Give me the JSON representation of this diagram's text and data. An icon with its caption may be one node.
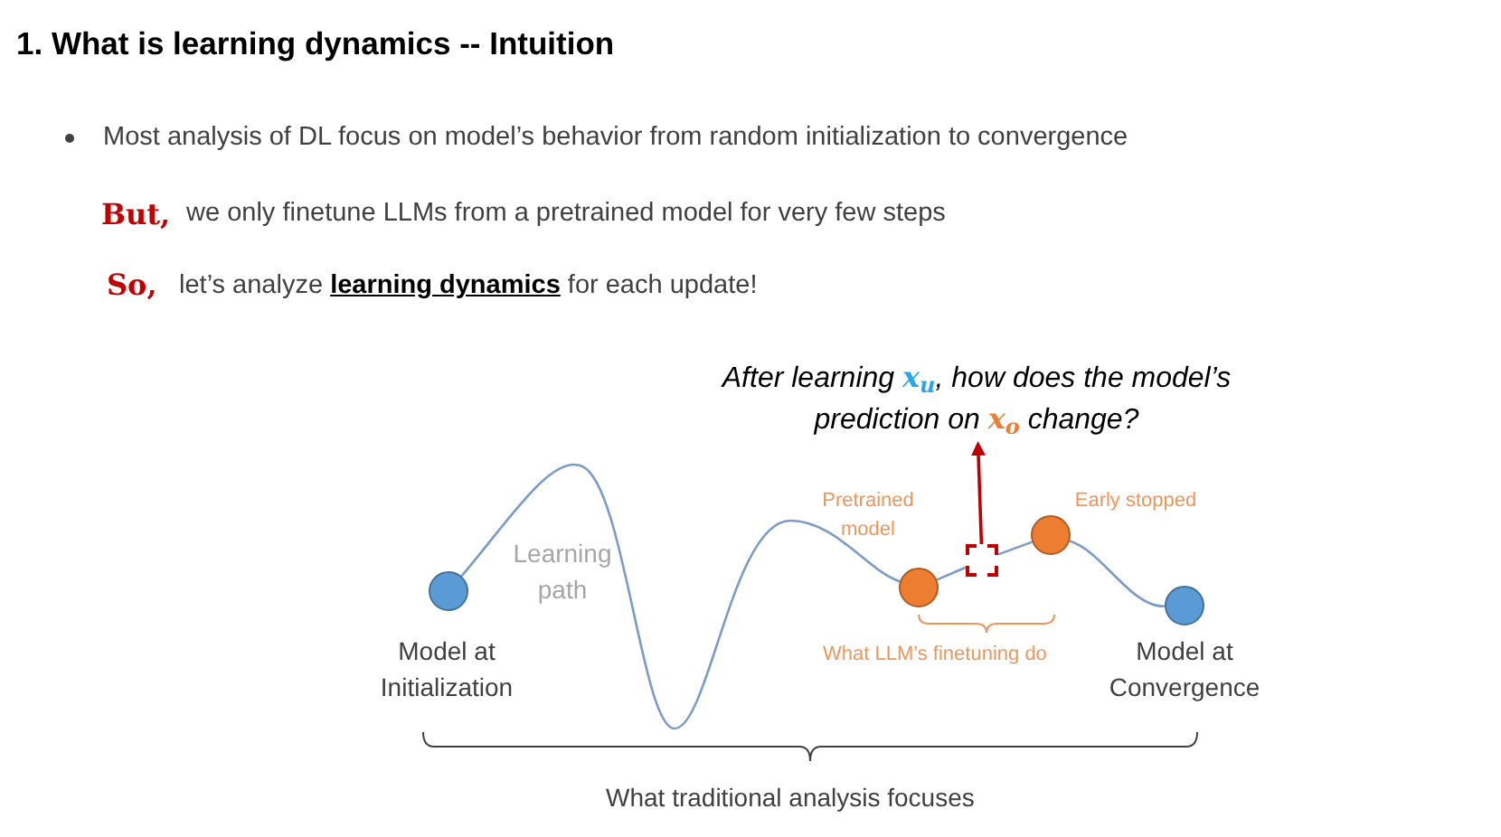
{
  "diagram": {
    "title": "1. What is learning dynamics -- Intuition",
    "nodes": [
      {
        "text": [
          "After learning **x$_{u}$**, how does the model’s prediction on **x$_{o}$** change?"
        ]
      },
      {
        "text": [],
        "shape": "box"
      },
      {
        "text": [],
        "shape": "circle",
        "beside": [
          "Model at Initialization"
        ]
      },
      {
        "text": [],
        "shape": "circle",
        "beside": [
          "Pretrained model"
        ]
      },
      {
        "text": [],
        "shape": "circle",
        "beside": [
          "Early stopped"
        ]
      },
      {
        "text": [],
        "shape": "circle",
        "beside": [
          "Model at Convergence"
        ]
      }
    ],
    "edges": [
      {
        "from": 2,
        "to": 3,
        "arrow": "none"
      },
      {
        "from": 3,
        "to": 1,
        "arrow": "none"
      },
      {
        "from": 1,
        "to": 4,
        "arrow": "none"
      },
      {
        "from": 4,
        "to": 5,
        "arrow": "none"
      },
      {
        "from": 1,
        "to": 0,
        "arrow": "to",
        "color": "#c00000"
      }
    ],
    "labels": [
      "Most analysis of DL focus on model’s behavior from random initialization to convergence",
      "But,",
      "we only finetune LLMs from a pretrained model for very few steps",
      "So,",
      "let’s analyze **learning dynamics** for each update!",
      "Learning path",
      "What LLM’s finetuning do",
      "What traditional analysis focuses"
    ]
  }
}
